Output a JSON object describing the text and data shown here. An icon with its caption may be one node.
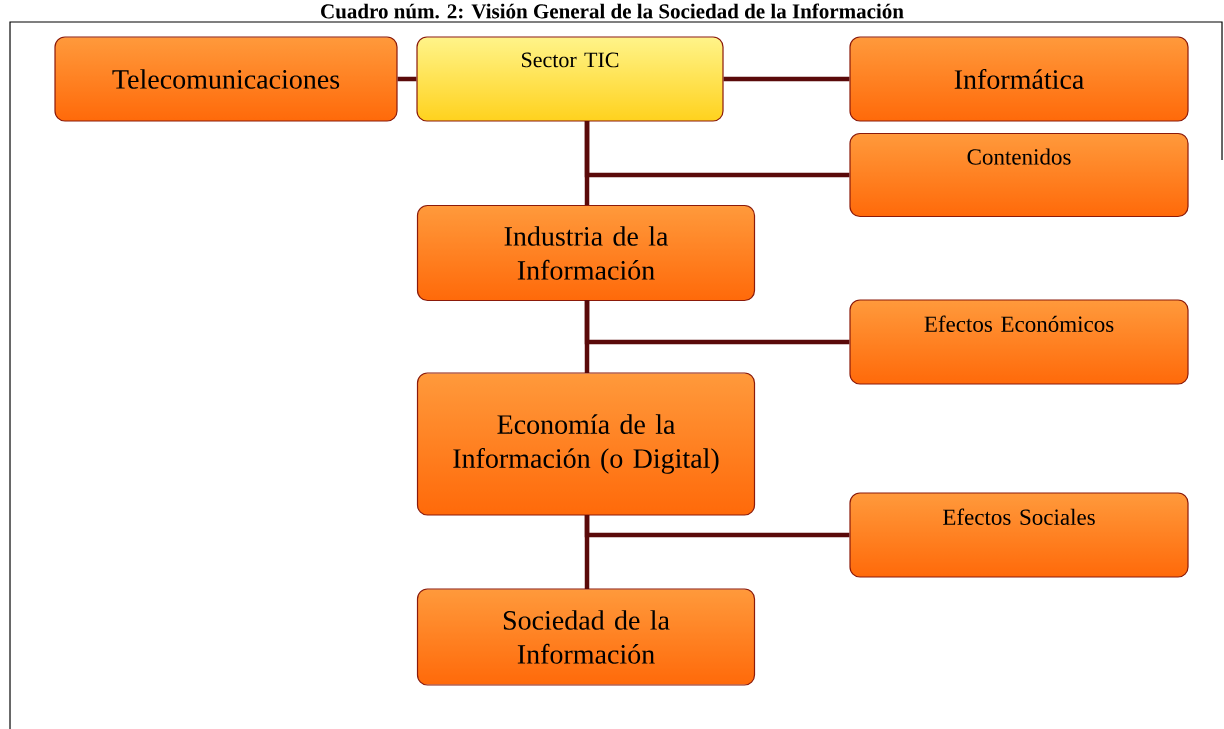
{
  "diagram": {
    "title": "Cuadro núm. 2: Visión General de la Sociedad de la Información",
    "nodes": [
      {
        "text": [
          "Telecomunicaciones"
        ]
      },
      {
        "text": [
          "Sector TIC"
        ]
      },
      {
        "text": [
          "Informática"
        ]
      },
      {
        "text": [
          "Contenidos"
        ]
      },
      {
        "text": [
          "Industria de la Información"
        ]
      },
      {
        "text": [
          "Efectos Económicos"
        ]
      },
      {
        "text": [
          "Economía de la Información (o Digital)"
        ]
      },
      {
        "text": [
          "Efectos Sociales"
        ]
      },
      {
        "text": [
          "Sociedad de la Información"
        ]
      }
    ],
    "edges": [
      {
        "from": 0,
        "to": 1,
        "arrow": "none"
      },
      {
        "from": 1,
        "to": 2,
        "arrow": "none"
      },
      {
        "from": 1,
        "to": 4,
        "arrow": "none"
      },
      {
        "from": 1,
        "to": 3,
        "arrow": "none"
      },
      {
        "from": 4,
        "to": 6,
        "arrow": "none"
      },
      {
        "from": 4,
        "to": 5,
        "arrow": "none"
      },
      {
        "from": 6,
        "to": 8,
        "arrow": "none"
      },
      {
        "from": 6,
        "to": 7,
        "arrow": "none"
      }
    ]
  }
}
